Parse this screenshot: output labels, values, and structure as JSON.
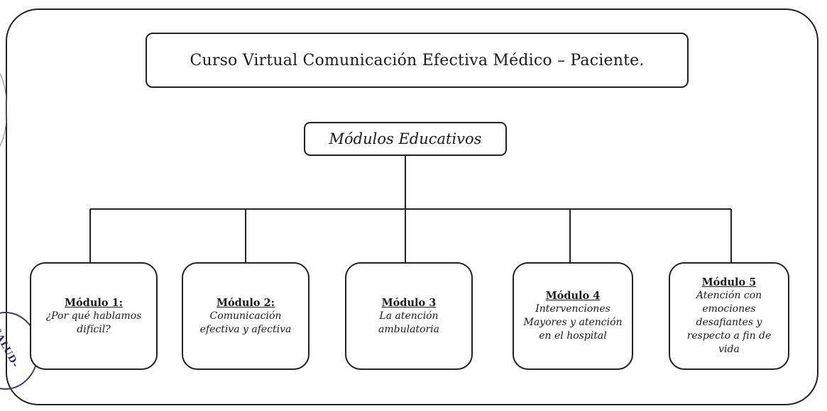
{
  "title": "Curso Virtual Comunicación Efectiva Médico – Paciente.",
  "subtitle": "Módulos Educativos",
  "modules": [
    {
      "title": "Módulo 1:",
      "desc": "¿Por qué hablamos difícil?"
    },
    {
      "title": "Módulo 2:",
      "desc": "Comunicación efectiva y afectiva"
    },
    {
      "title": "Módulo 3",
      "desc": "La atención ambulatoria"
    },
    {
      "title": "Módulo 4",
      "desc": "Intervenciones Mayores y atención en el hospital"
    },
    {
      "title": "Módulo 5",
      "desc": "Atención con emociones desafiantes y respecto a fin de vida"
    }
  ],
  "stamp_text": "SALUD-P"
}
